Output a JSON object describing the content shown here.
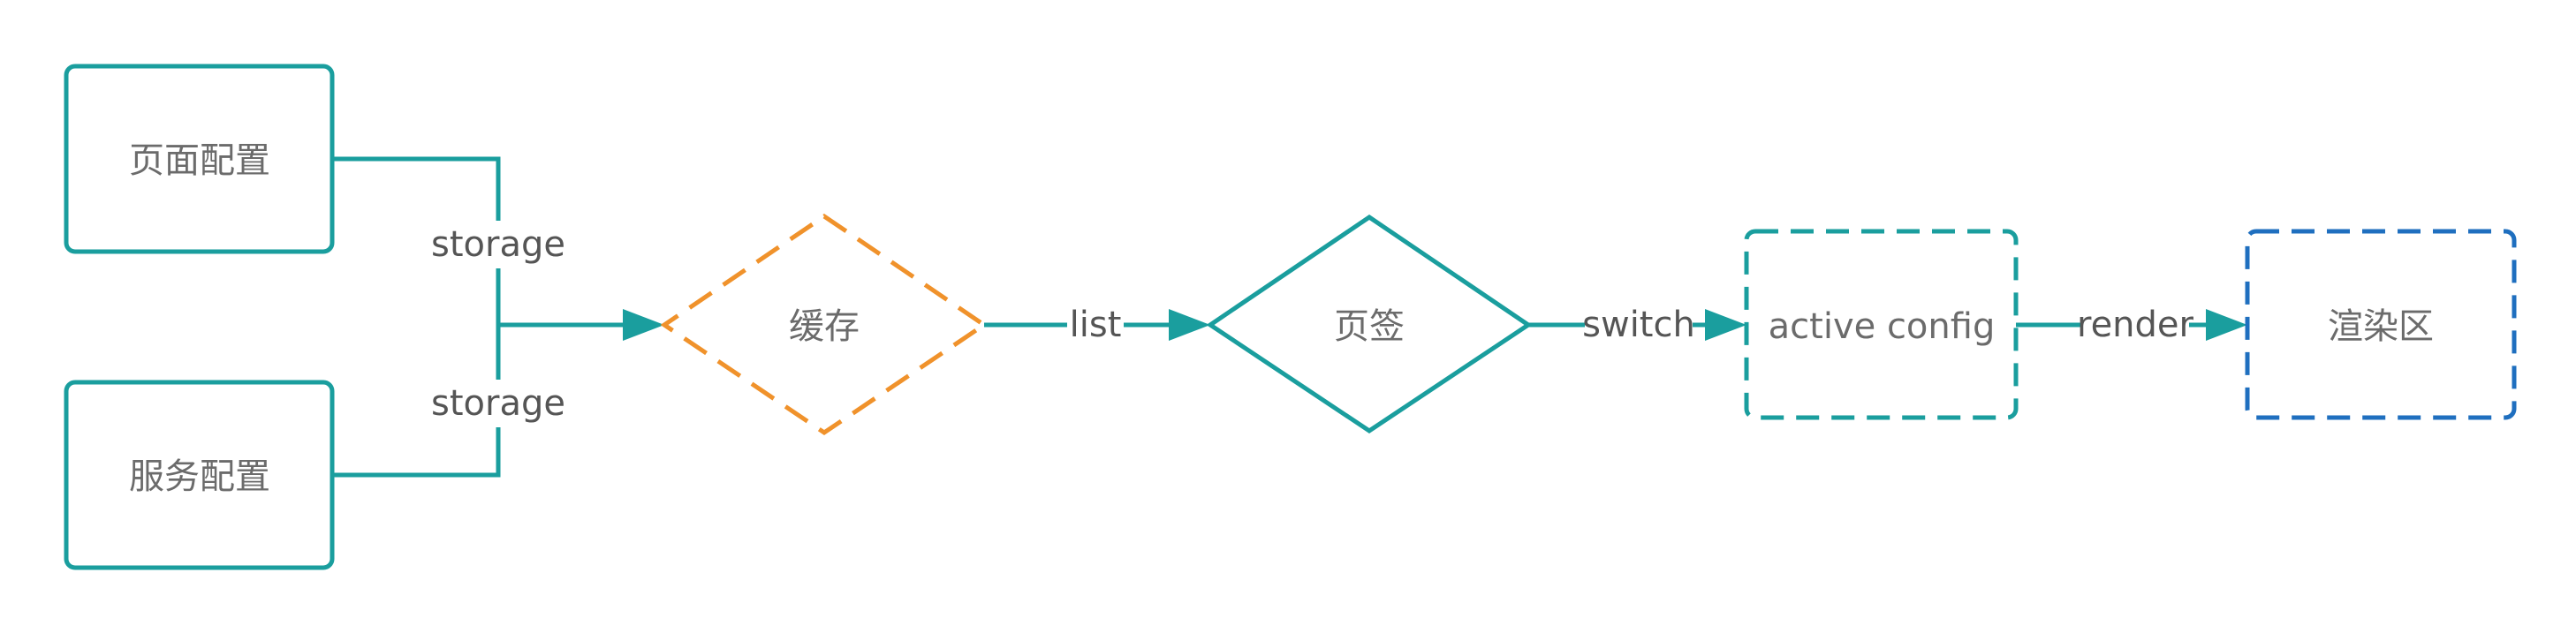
{
  "colors": {
    "teal": "#1a9e9e",
    "orange": "#f0922b",
    "blue": "#1f6fbf",
    "text": "#6b6b6b"
  },
  "nodes": {
    "page_config": {
      "label": "页面配置",
      "shape": "rounded-rect",
      "style": "solid"
    },
    "service_config": {
      "label": "服务配置",
      "shape": "rounded-rect",
      "style": "solid"
    },
    "cache": {
      "label": "缓存",
      "shape": "diamond",
      "style": "dashed"
    },
    "tab": {
      "label": "页签",
      "shape": "diamond",
      "style": "solid"
    },
    "active_config": {
      "label": "active config",
      "shape": "rounded-rect",
      "style": "dashed"
    },
    "render_area": {
      "label": "渲染区",
      "shape": "rounded-rect",
      "style": "dashed"
    }
  },
  "edges": {
    "storage_top": {
      "label": "storage",
      "from": "page_config",
      "to": "cache"
    },
    "storage_bottom": {
      "label": "storage",
      "from": "service_config",
      "to": "cache"
    },
    "list": {
      "label": "list",
      "from": "cache",
      "to": "tab"
    },
    "switch": {
      "label": "switch",
      "from": "tab",
      "to": "active_config"
    },
    "render": {
      "label": "render",
      "from": "active_config",
      "to": "render_area"
    }
  }
}
